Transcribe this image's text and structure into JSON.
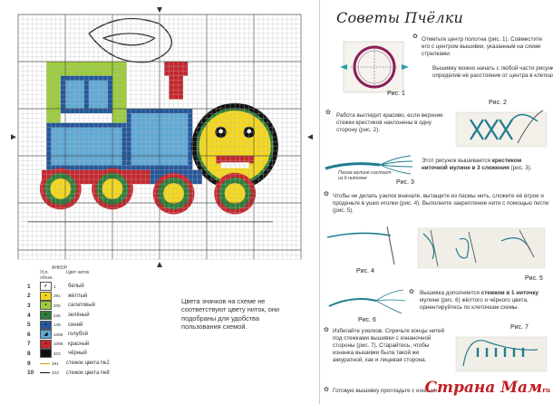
{
  "legend": {
    "header": {
      "anchor": "АНКОР",
      "symbol": "Усл. обозн.",
      "color": "Цвет ниток"
    },
    "rows": [
      {
        "num": "1",
        "sym": "✓",
        "code": "1",
        "name": "белый",
        "swatch": "#ffffff"
      },
      {
        "num": "2",
        "sym": "•",
        "code": "291",
        "name": "жёлтый",
        "swatch": "#f5d81c"
      },
      {
        "num": "3",
        "sym": "•",
        "code": "205",
        "name": "салатовый",
        "swatch": "#9ccc3c"
      },
      {
        "num": "4",
        "sym": "•",
        "code": "245",
        "name": "зелёный",
        "swatch": "#2f7d3a"
      },
      {
        "num": "5",
        "sym": "•",
        "code": "149",
        "name": "синий",
        "swatch": "#24579b"
      },
      {
        "num": "6",
        "sym": "◢",
        "code": "1089",
        "name": "голубой",
        "swatch": "#5fa9d6"
      },
      {
        "num": "7",
        "sym": "•",
        "code": "1098",
        "name": "красный",
        "swatch": "#c5272d"
      },
      {
        "num": "8",
        "sym": "•",
        "code": "403",
        "name": "чёрный",
        "swatch": "#111111"
      },
      {
        "num": "9",
        "sym": "",
        "code": "291",
        "name": "стежок цвета №2",
        "line": "#c9a800"
      },
      {
        "num": "10",
        "sym": "",
        "code": "403",
        "name": "стежок цвета №8",
        "line": "#111111"
      }
    ],
    "note": "Цвета значков на схеме не соответствуют цвету ниток, они подобраны для удобства пользования схемой."
  },
  "tips": {
    "title": "Советы Пчёлки",
    "p1": "Отметьте центр полотна (рис. 1). Совместите его с центром вышивки, указанным на схеме стрелками.",
    "p2": "Вышивку можно начать с любой части рисунка, определив её расстояние от центра в клетках.",
    "p3": "Работа выглядит красиво, если верхние стежки крестиков наклонены в одну сторону (рис. 2).",
    "p4a": "Этот рисунок вышивается",
    "p4b": "крестиком ниточкой мулине в 3 сложения",
    "p4c": "(рис. 3).",
    "p5": "Чтобы не делать узелок вначале, вытащите из пасмы нить, сложите её втрое и проденьте в ушко иголки (рис. 4). Выполните закрепление нити с помощью петли (рис. 5).",
    "p6a": "Вышивка дополняется",
    "p6b": "стежком в 1 ниточку",
    "p6c": "мулине (рис. 6) жёлтого и чёрного цвета, ориентируйтесь по клеточкам схемы.",
    "p7": "Избегайте узелков. Спрячьте концы нитей под стежками вышивки с изнаночной стороны (рис. 7). Старайтесь, чтобы изнанка вышивки была такой же аккуратной, как и лицевая сторона.",
    "p8": "Готовую вышивку прогладьте с изнанки.",
    "cap1": "Рис. 1",
    "cap2": "Рис. 2",
    "cap3": "Рис. 3",
    "cap4": "Рис. 4",
    "cap5": "Рис. 5",
    "cap6": "Рис. 6",
    "cap7": "Рис. 7",
    "cap3note": "Пасма мулине состоит из 6 ниточек"
  },
  "watermark": {
    "text": "Страна Мам",
    "sub": "ru"
  }
}
